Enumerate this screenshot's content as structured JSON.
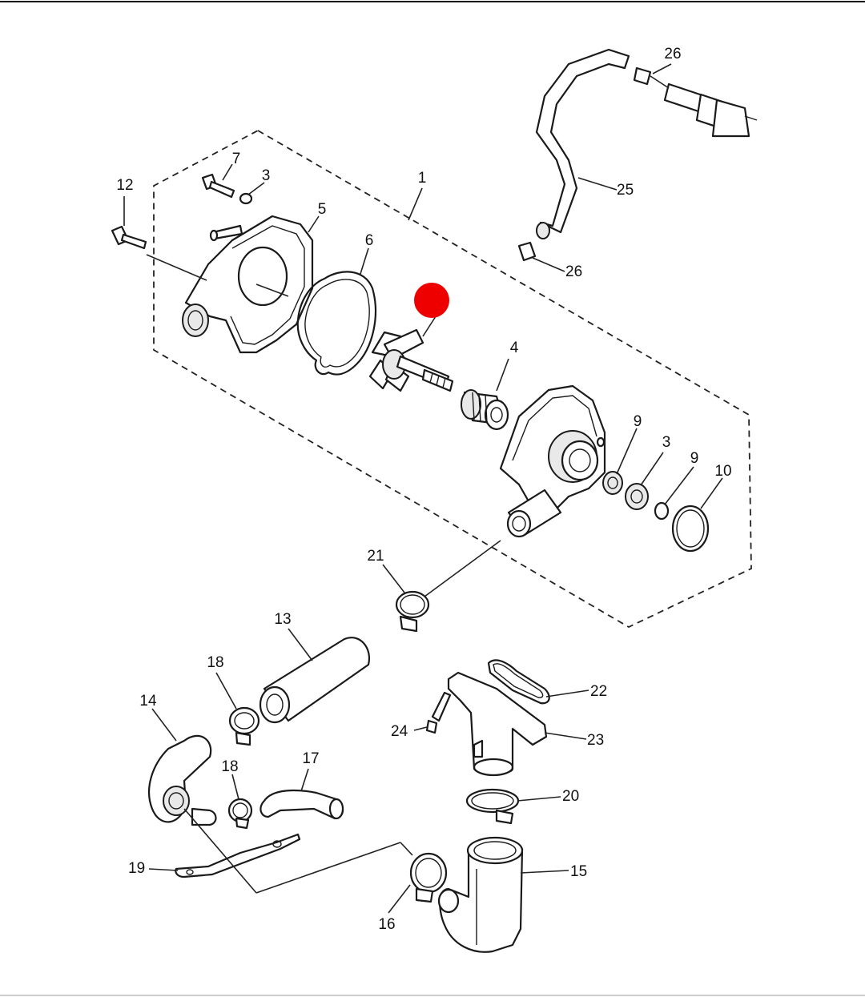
{
  "diagram": {
    "callouts": [
      {
        "id": "1",
        "text": "1"
      },
      {
        "id": "3a",
        "text": "3"
      },
      {
        "id": "3b",
        "text": "3"
      },
      {
        "id": "4",
        "text": "4"
      },
      {
        "id": "5",
        "text": "5"
      },
      {
        "id": "6",
        "text": "6"
      },
      {
        "id": "7",
        "text": "7"
      },
      {
        "id": "9a",
        "text": "9"
      },
      {
        "id": "9b",
        "text": "9"
      },
      {
        "id": "10",
        "text": "10"
      },
      {
        "id": "12",
        "text": "12"
      },
      {
        "id": "13",
        "text": "13"
      },
      {
        "id": "14",
        "text": "14"
      },
      {
        "id": "15",
        "text": "15"
      },
      {
        "id": "16",
        "text": "16"
      },
      {
        "id": "17",
        "text": "17"
      },
      {
        "id": "18a",
        "text": "18"
      },
      {
        "id": "18b",
        "text": "18"
      },
      {
        "id": "19",
        "text": "19"
      },
      {
        "id": "20",
        "text": "20"
      },
      {
        "id": "21",
        "text": "21"
      },
      {
        "id": "22",
        "text": "22"
      },
      {
        "id": "23",
        "text": "23"
      },
      {
        "id": "24",
        "text": "24"
      },
      {
        "id": "25",
        "text": "25"
      },
      {
        "id": "26a",
        "text": "26"
      },
      {
        "id": "26b",
        "text": "26"
      }
    ],
    "highlight_color": "#ee0000"
  }
}
